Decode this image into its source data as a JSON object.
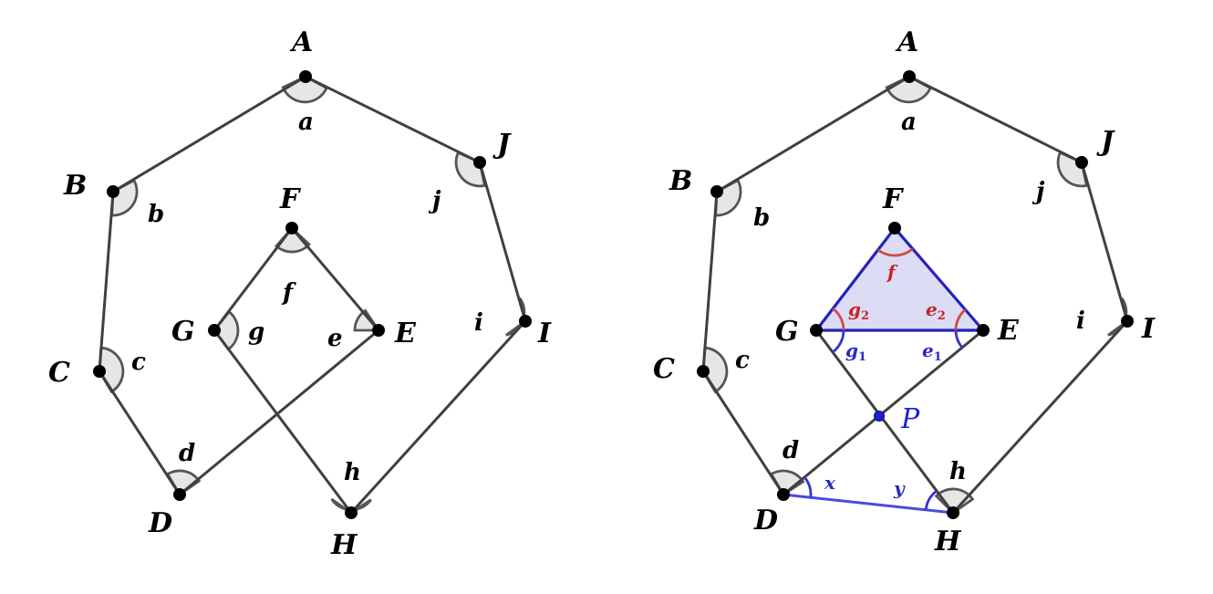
{
  "left_figure": {
    "points": [
      "A",
      "B",
      "C",
      "D",
      "E",
      "F",
      "G",
      "H",
      "I",
      "J"
    ],
    "angles": [
      "a",
      "b",
      "c",
      "d",
      "e",
      "f",
      "g",
      "h",
      "i",
      "j"
    ]
  },
  "right_figure": {
    "points": [
      "A",
      "B",
      "C",
      "D",
      "E",
      "F",
      "G",
      "H",
      "I",
      "J"
    ],
    "angles": [
      "a",
      "b",
      "c",
      "d",
      "h",
      "i",
      "j"
    ],
    "intersection": "P",
    "red_angles": [
      {
        "base": "f",
        "sub": ""
      },
      {
        "base": "g",
        "sub": "2"
      },
      {
        "base": "e",
        "sub": "2"
      }
    ],
    "blue_angles": [
      {
        "base": "g",
        "sub": "1"
      },
      {
        "base": "e",
        "sub": "1"
      },
      {
        "base": "x",
        "sub": ""
      },
      {
        "base": "y",
        "sub": ""
      }
    ]
  },
  "colors": {
    "segment": "#404040",
    "wedge_fill": "#e6e6e6",
    "triangle_fill": "#dcdcf5",
    "blue": "#2222bb",
    "red": "#d04a4a"
  }
}
